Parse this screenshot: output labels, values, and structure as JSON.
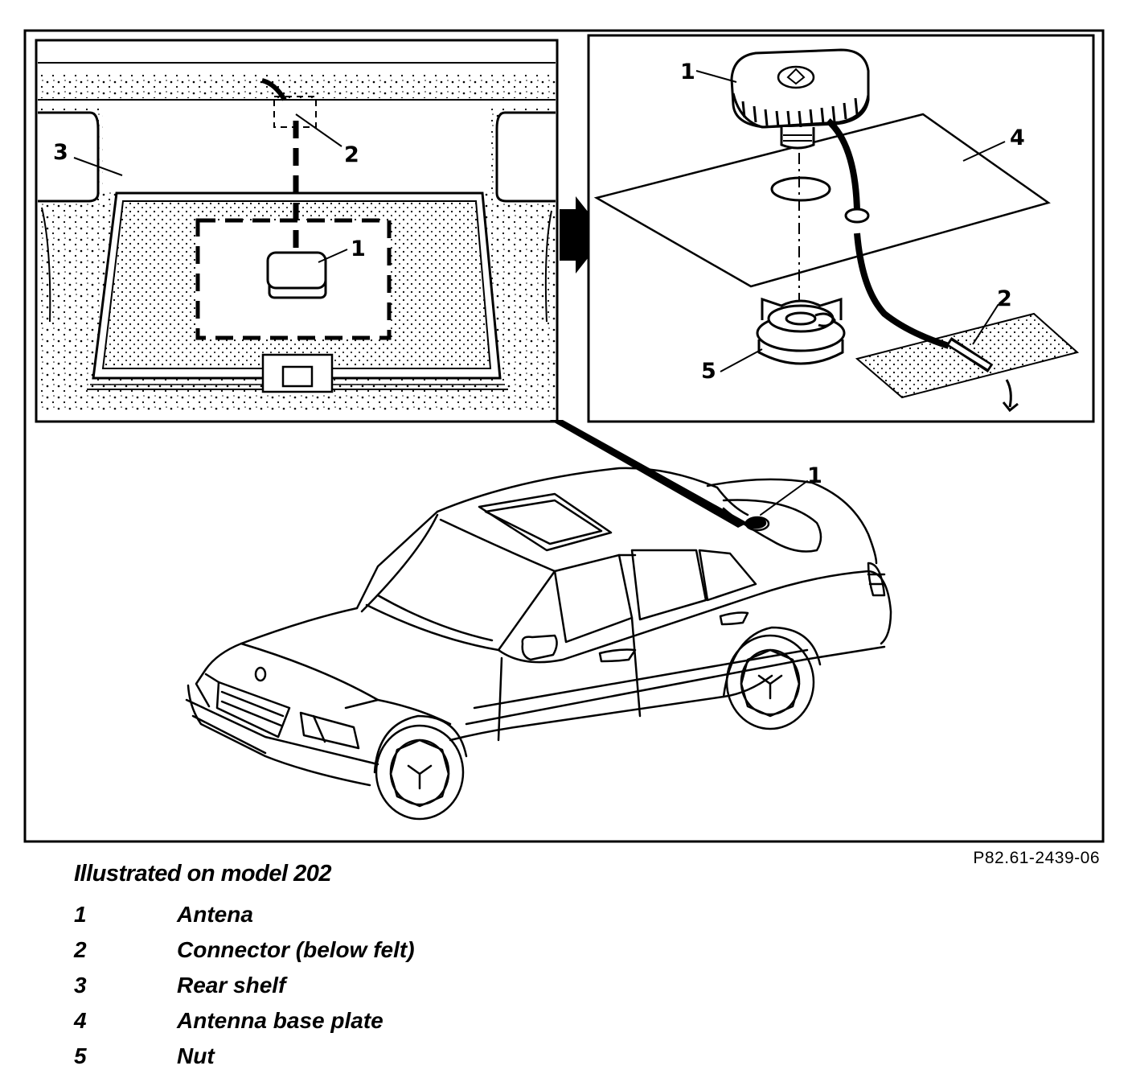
{
  "figure": {
    "reference": "P82.61-2439-06",
    "callouts": {
      "inset_left": [
        "1",
        "2",
        "3"
      ],
      "inset_right": [
        "1",
        "2",
        "4",
        "5"
      ],
      "car": [
        "1"
      ]
    }
  },
  "caption": {
    "title": "Illustrated on model 202",
    "legend": [
      {
        "num": "1",
        "text": "Antena"
      },
      {
        "num": "2",
        "text": "Connector (below felt)"
      },
      {
        "num": "3",
        "text": "Rear shelf"
      },
      {
        "num": "4",
        "text": "Antenna base plate"
      },
      {
        "num": "5",
        "text": "Nut"
      }
    ]
  },
  "colors": {
    "ink": "#000000",
    "paper": "#ffffff"
  }
}
